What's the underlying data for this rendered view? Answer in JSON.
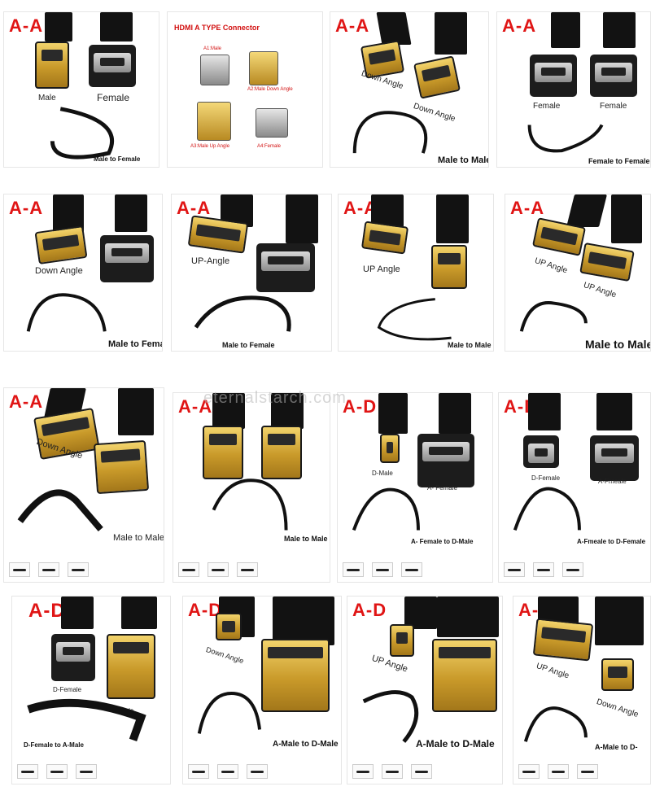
{
  "colors": {
    "badge_red": "#e01515",
    "cable_black": "#121212",
    "gold": "#d4a93a"
  },
  "watermark": "eternalstarch.com",
  "cells": [
    {
      "badge": "A-A",
      "labels": [
        "Male",
        "Female",
        "Male to Female"
      ]
    },
    {
      "badge": "",
      "title": "HDMI A TYPE Connector",
      "items": [
        "A1:Male",
        "A2:Male Down Angle",
        "A3:Male Up Angle",
        "A4:Female"
      ]
    },
    {
      "badge": "A-A",
      "labels": [
        "Down Angle",
        "Down Angle",
        "Male to Male"
      ]
    },
    {
      "badge": "A-A",
      "labels": [
        "Female",
        "Female",
        "Female to Female"
      ]
    },
    {
      "badge": "A-A",
      "labels": [
        "Down Angle",
        "Male to Female"
      ]
    },
    {
      "badge": "A-A",
      "labels": [
        "UP-Angle",
        "Male to Female"
      ]
    },
    {
      "badge": "A-A",
      "labels": [
        "UP Angle",
        "Male to Male"
      ]
    },
    {
      "badge": "A-A",
      "labels": [
        "UP Angle",
        "UP Angle",
        "Male to Male"
      ]
    },
    {
      "badge": "A-A",
      "labels": [
        "Down Angle",
        "Male to Male"
      ]
    },
    {
      "badge": "A-A",
      "labels": [
        "Male to Male"
      ]
    },
    {
      "badge": "A-D",
      "labels": [
        "D-Male",
        "A- Female",
        "A- Female to D-Male"
      ]
    },
    {
      "badge": "A-D",
      "labels": [
        "D-Female",
        "A-Fmeale",
        "A-Fmeale to D-Female"
      ]
    },
    {
      "badge": "A-D",
      "labels": [
        "D-Female",
        "A-Male",
        "D-Female to A-Male"
      ]
    },
    {
      "badge": "A-D",
      "labels": [
        "Down Angle",
        "A-Male to D-Male"
      ]
    },
    {
      "badge": "A-D",
      "labels": [
        "UP Angle",
        "A-Male to D-Male"
      ]
    },
    {
      "badge": "A-D",
      "labels": [
        "UP Angle",
        "Down Angle",
        "A-Male to D-"
      ]
    }
  ]
}
